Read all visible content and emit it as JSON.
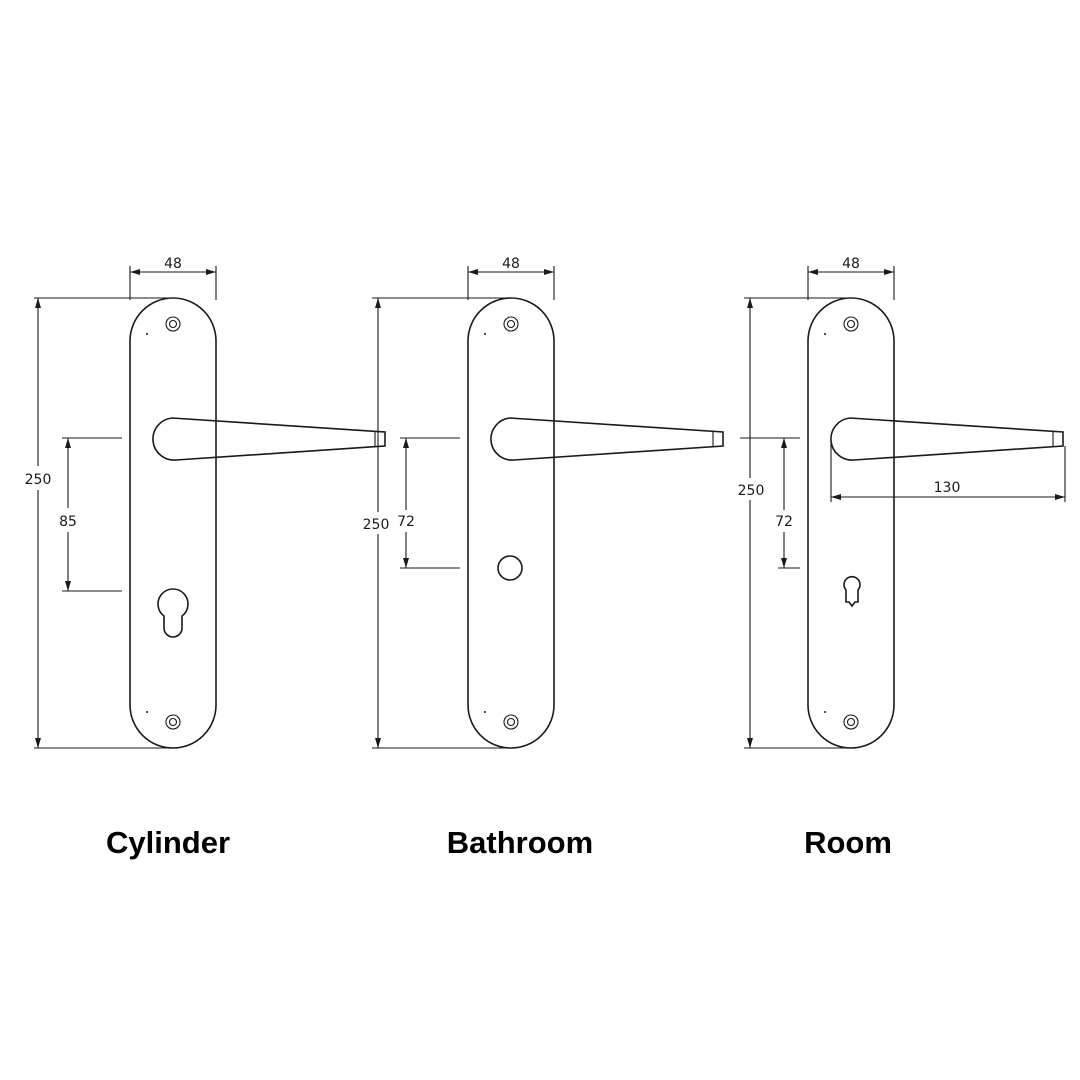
{
  "handles": [
    {
      "name": "Cylinder",
      "width": "48",
      "height": "250",
      "center_distance": "85",
      "lock_type": "euro-cylinder"
    },
    {
      "name": "Bathroom",
      "width": "48",
      "height": "250",
      "center_distance": "72",
      "lock_type": "thumb-turn"
    },
    {
      "name": "Room",
      "width": "48",
      "height": "250",
      "center_distance": "72",
      "lever_length": "130",
      "lock_type": "keyhole"
    }
  ],
  "colors": {
    "line": "#1a1a1a",
    "background": "#ffffff"
  }
}
